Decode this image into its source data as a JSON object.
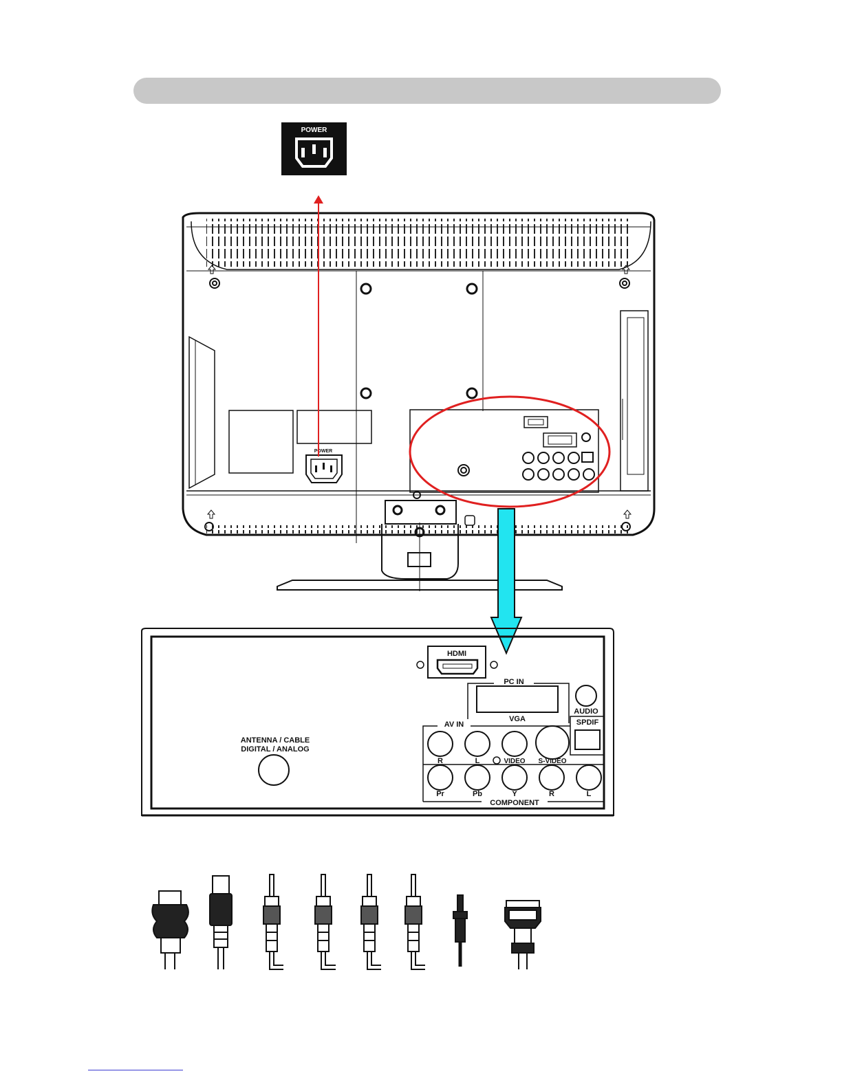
{
  "power_inset": {
    "label": "POWER"
  },
  "back_view": {
    "power_label": "POWER"
  },
  "panel": {
    "hdmi": "HDMI",
    "pc_in": "PC IN",
    "vga": "VGA",
    "audio": "AUDIO",
    "spdif": "SPDIF",
    "av_in": "AV IN",
    "antenna_line1": "ANTENNA / CABLE",
    "antenna_line2": "DIGITAL / ANALOG",
    "av_r": "R",
    "av_l": "L",
    "video": "VIDEO",
    "s_video": "S-VIDEO",
    "comp_pr": "Pr",
    "comp_pb": "Pb",
    "comp_y": "Y",
    "comp_r": "R",
    "comp_l": "L",
    "component": "COMPONENT"
  },
  "colors": {
    "header_bar": "#c8c8c8",
    "power_arrow": "#e02020",
    "callout_ellipse": "#e02020",
    "zoom_arrow": "#22e4f0",
    "outline": "#111111"
  },
  "icons": [
    "power-socket-icon",
    "hdmi-port-icon",
    "vga-port-icon",
    "rca-jack-icon",
    "coax-jack-icon",
    "scart-cable-icon",
    "hdmi-cable-icon",
    "rca-cable-icon",
    "audio-plug-icon",
    "vga-cable-icon"
  ]
}
